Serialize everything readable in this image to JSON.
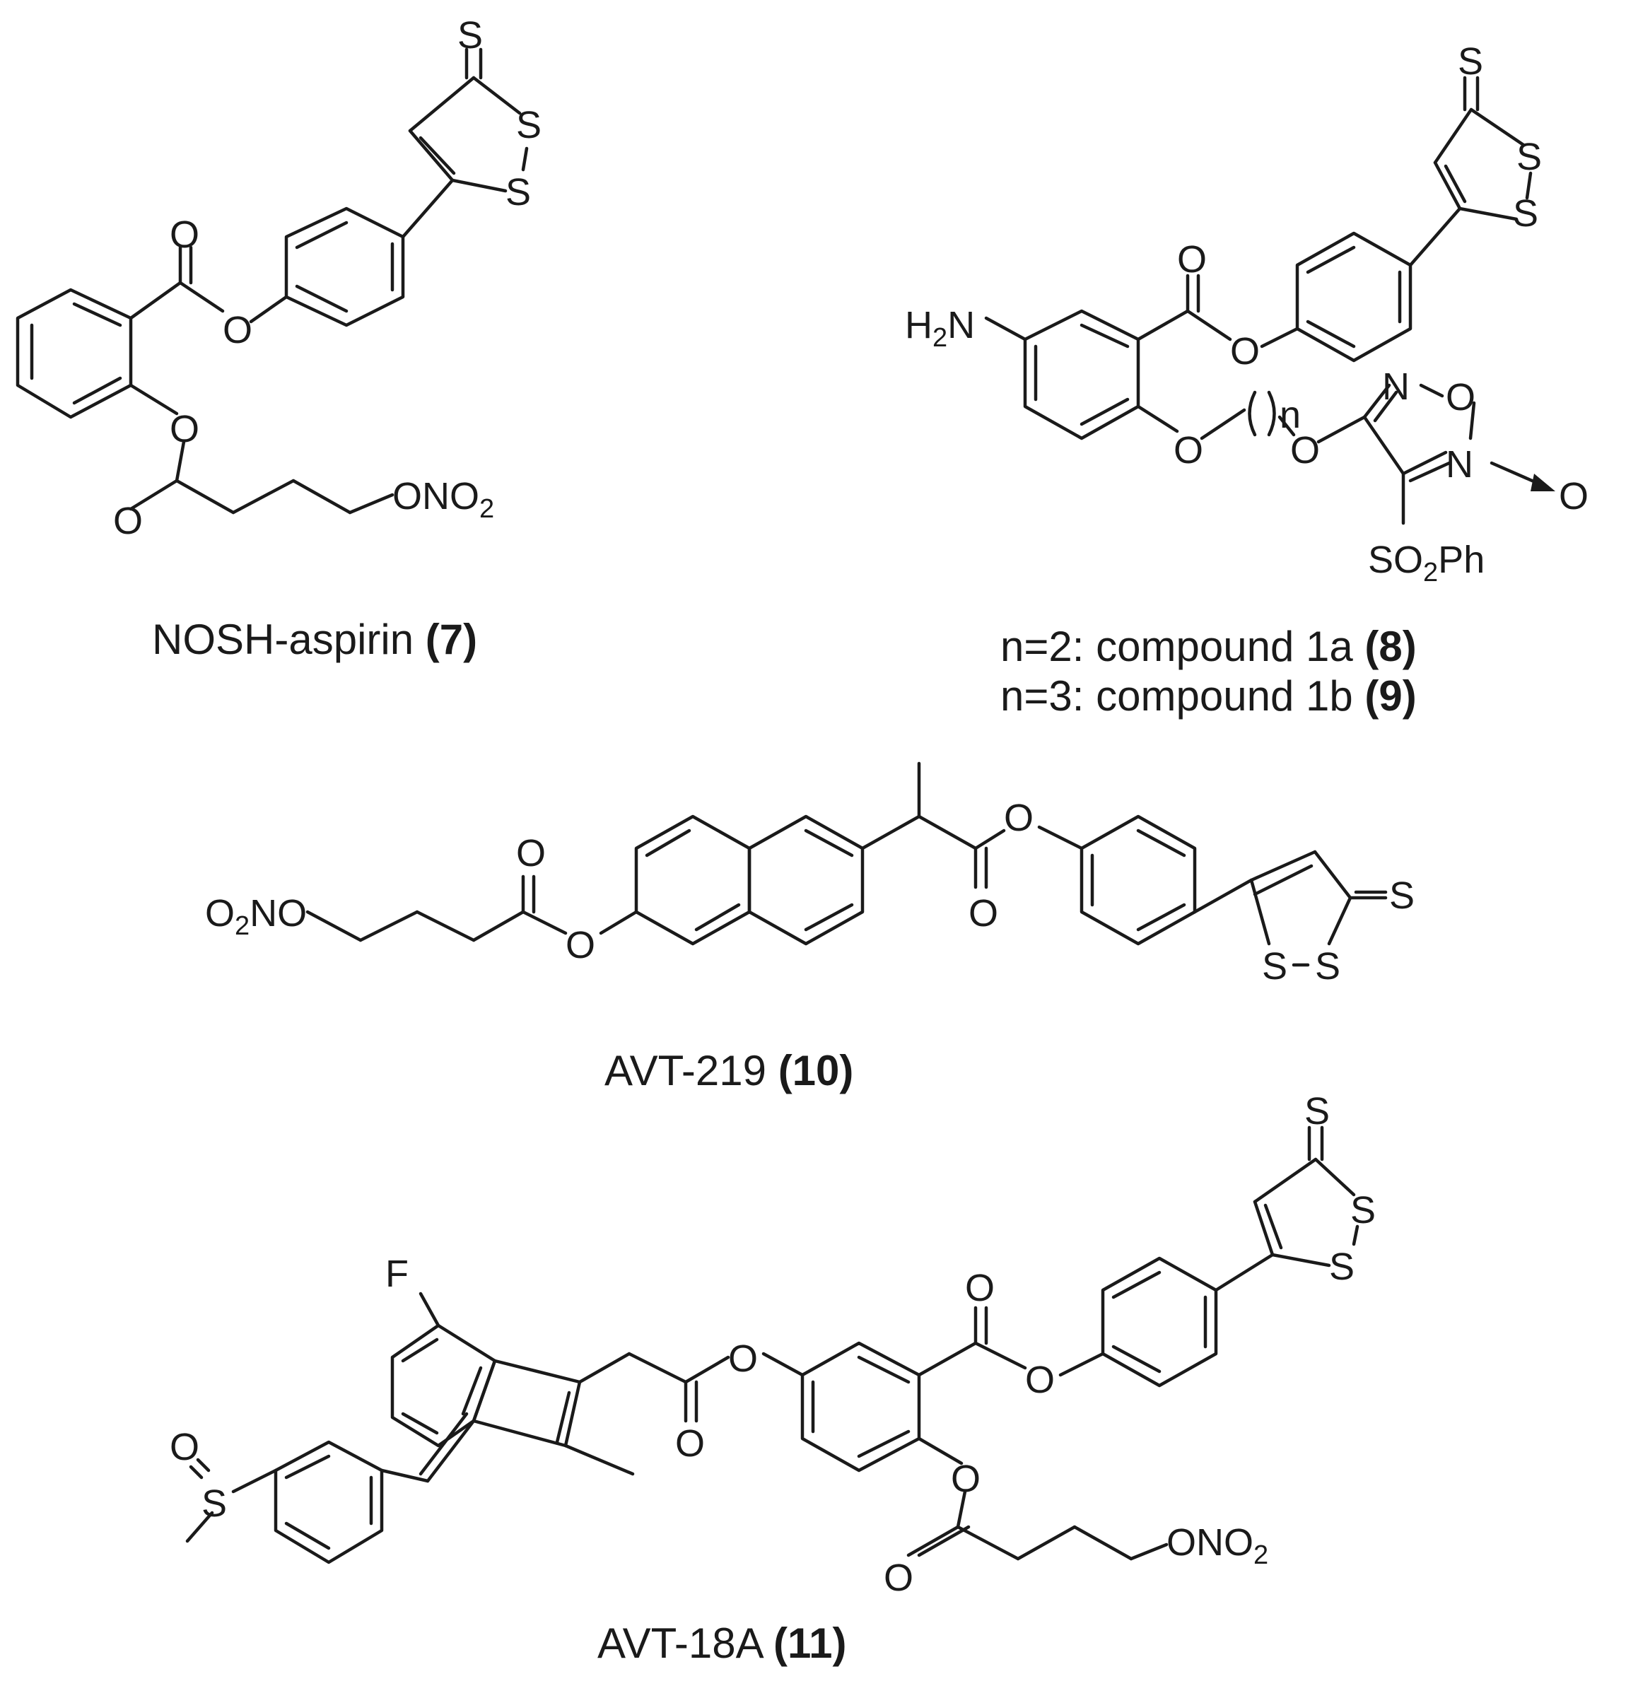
{
  "compounds": [
    {
      "name": "NOSH-aspirin",
      "number": "(7)"
    },
    {
      "name": "",
      "number": ""
    },
    {
      "name": "AVT-219",
      "number": "(10)"
    },
    {
      "name": "AVT-18A",
      "number": "(11)"
    }
  ],
  "compound_8_9": {
    "line1": "n=2: compound 1a",
    "line1_num": "(8)",
    "line2": "n=3: compound 1b",
    "line2_num": "(9)",
    "chain_label": "n"
  },
  "atoms": {
    "S": "S",
    "O": "O",
    "N": "N",
    "F": "F",
    "ONO2": "ONO",
    "O2NO_a": "O",
    "O2NO_b": "NO",
    "NH2_H": "H",
    "NH2_N": "N",
    "SO2Ph_a": "SO",
    "SO2Ph_b": "Ph",
    "sub2": "2"
  }
}
